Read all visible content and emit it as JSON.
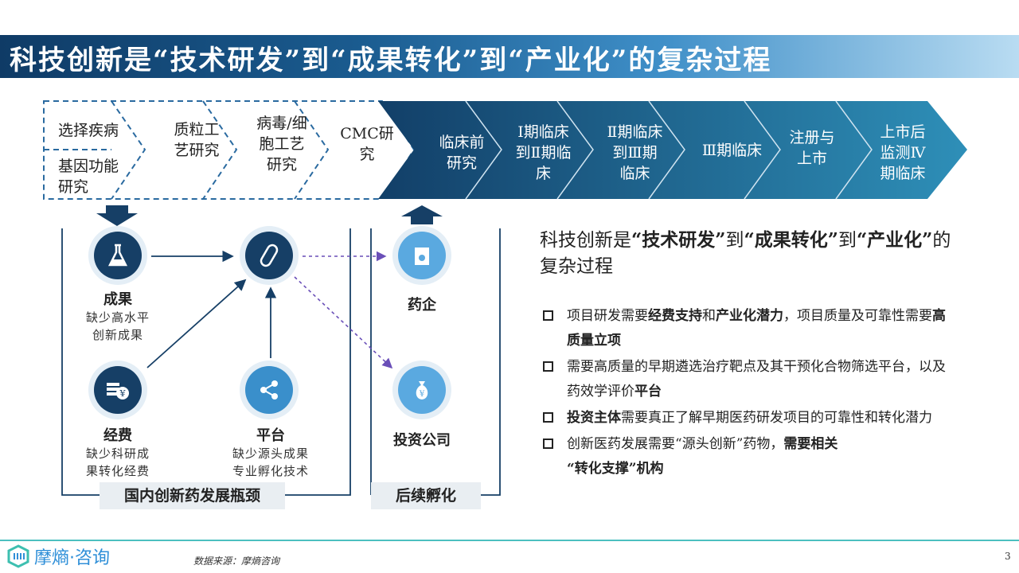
{
  "title": "科技创新是“技术研发”到“成果转化”到“产业化”的复杂过程",
  "pipeline": {
    "dashed": [
      "选择疾病",
      "基因功能研究",
      "质粒工艺研究",
      "病毒/细胞工艺研究",
      "CMC研究"
    ],
    "solid": [
      "临床前研究",
      "Ⅰ期临床到Ⅱ期临床",
      "Ⅱ期临床到Ⅲ期临床",
      "Ⅲ期临床",
      "注册与上市",
      "上市后监测Ⅳ期临床"
    ]
  },
  "nodes": {
    "achievement": {
      "title": "成果",
      "desc1": "缺少高水平",
      "desc2": "创新成果"
    },
    "funding": {
      "title": "经费",
      "desc1": "缺少科研成",
      "desc2": "果转化经费"
    },
    "platform": {
      "title": "平台",
      "desc1": "缺少源头成果",
      "desc2": "专业孵化技术"
    },
    "pharma": {
      "title": "药企"
    },
    "investor": {
      "title": "投资公司"
    }
  },
  "tags": {
    "bottleneck": "国内创新药发展瓶颈",
    "incubation": "后续孵化"
  },
  "summary": {
    "p1": "科技创新是",
    "b1": "“技术研发”",
    "p2": "到",
    "b2": "“成果转化”",
    "p3": "到",
    "b3": "“产业化”",
    "p4": "的复杂过程"
  },
  "bullets": [
    {
      "t1": "项目研发需要",
      "b1": "经费支持",
      "t2": "和",
      "b2": "产业化潜力",
      "t3": "，项目质量及可靠性需要",
      "b3": "高质量立项",
      "t4": ""
    },
    {
      "t1": "需要高质量的早期遴选治疗靶点及其干预化合物筛选平台，以及药效学评价",
      "b1": "平台",
      "t2": "",
      "b2": "",
      "t3": "",
      "b3": "",
      "t4": ""
    },
    {
      "t1": "",
      "b1": "投资主体",
      "t2": "需要真正了解早期医药研发项目的可靠性和转化潜力",
      "b2": "",
      "t3": "",
      "b3": "",
      "t4": ""
    },
    {
      "t1": "创新医药发展需要“源头创新”药物，",
      "b1": "需要相关",
      "t2": "“转化支撑”机构",
      "b2": "",
      "t3": "",
      "b3": "",
      "t4": ""
    }
  ],
  "footer": {
    "logo": "摩熵·咨询",
    "source": "数据来源：摩熵咨询",
    "page": "3"
  },
  "colors": {
    "dark": "#163f66",
    "accent": "#3a8fcb",
    "teal": "#4cc0c0"
  }
}
